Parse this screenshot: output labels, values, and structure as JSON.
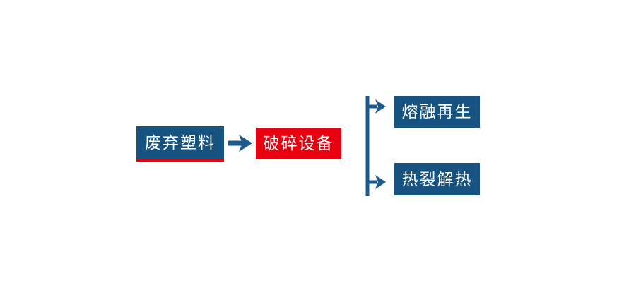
{
  "diagram": {
    "type": "flowchart",
    "background": "#FFFFFF",
    "colors": {
      "node_blue": "#175380",
      "node_red": "#E8000F",
      "connector_blue": "#1A5A8C",
      "label_text": "#FFFFFF",
      "waste_plastic_underline": "#E8000F"
    },
    "nodes": [
      {
        "id": "waste-plastic",
        "label": "废弃塑料",
        "fill": "blue"
      },
      {
        "id": "crushing-equipment",
        "label": "破碎设备",
        "fill": "red"
      },
      {
        "id": "melt-regeneration",
        "label": "熔融再生",
        "fill": "blue"
      },
      {
        "id": "pyrolysis-heat",
        "label": "热裂解热",
        "fill": "blue"
      }
    ],
    "edges": [
      {
        "from": "waste-plastic",
        "to": "crushing-equipment",
        "style": "right-arrow"
      },
      {
        "from": "crushing-equipment",
        "to": "melt-regeneration",
        "style": "branch-right-arrow"
      },
      {
        "from": "crushing-equipment",
        "to": "pyrolysis-heat",
        "style": "branch-right-arrow"
      }
    ]
  }
}
